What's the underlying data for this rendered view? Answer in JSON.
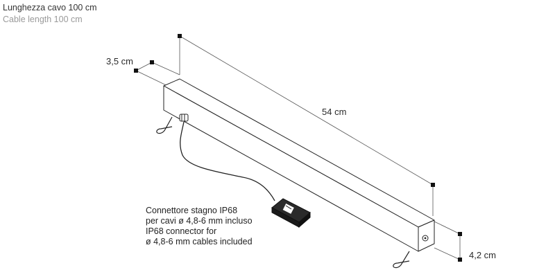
{
  "header": {
    "cable_length_it": "Lunghezza cavo 100 cm",
    "cable_length_en": "Cable length 100 cm"
  },
  "dimensions": {
    "width": "3,5 cm",
    "length": "54 cm",
    "height": "4,2 cm"
  },
  "connector_note": {
    "line1": "Connettore stagno IP68",
    "line2": "per cavi ø 4,8-6 mm incluso",
    "line3": "IP68 connector for",
    "line4": "ø 4,8-6 mm cables included"
  },
  "colors": {
    "line": "#222222",
    "dimension_line": "#555555",
    "marker": "#111111"
  }
}
